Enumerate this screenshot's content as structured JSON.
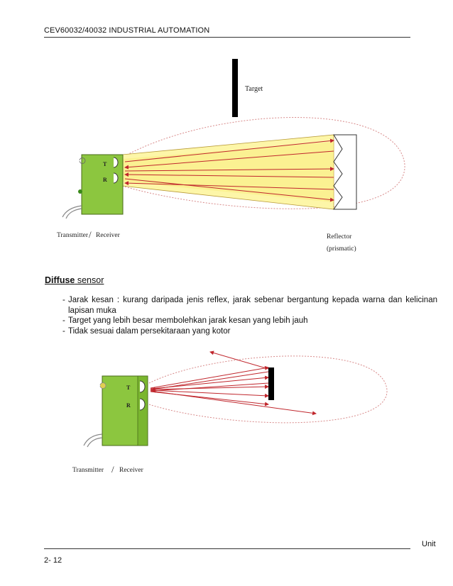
{
  "header": {
    "title": "CEV60032/40032 INDUSTRIAL AUTOMATION"
  },
  "figure1": {
    "target_label": "Target",
    "transmitter_label": "Transmitter",
    "slash": "/",
    "receiver_label": "Receiver",
    "reflector_label": "Reflector",
    "reflector_sub": "(prismatic)",
    "t_label": "T",
    "r_label": "R"
  },
  "section": {
    "title_bold": "Diffuse",
    "title_rest": " sensor",
    "bullets": [
      {
        "dash": "-",
        "text": "Jarak kesan : kurang daripada jenis reflex, jarak sebenar bergantung kepada warna dan kelicinan lapisan muka"
      },
      {
        "dash": "-",
        "text": "Target yang lebih besar membolehkan jarak kesan yang lebih jauh"
      },
      {
        "dash": "-",
        "text": "Tidak sesuai dalam persekitaraan yang kotor"
      }
    ]
  },
  "figure2": {
    "transmitter_label": "Transmitter",
    "slash": "/",
    "receiver_label": "Receiver",
    "t_label": "T",
    "r_label": "R"
  },
  "footer": {
    "unit": "Unit",
    "page": "2- 12"
  },
  "colors": {
    "sensor_green": "#8cc63f",
    "beam_yellow": "#fdf6a8",
    "arrow_red": "#c0272d",
    "target_black": "#000000"
  }
}
